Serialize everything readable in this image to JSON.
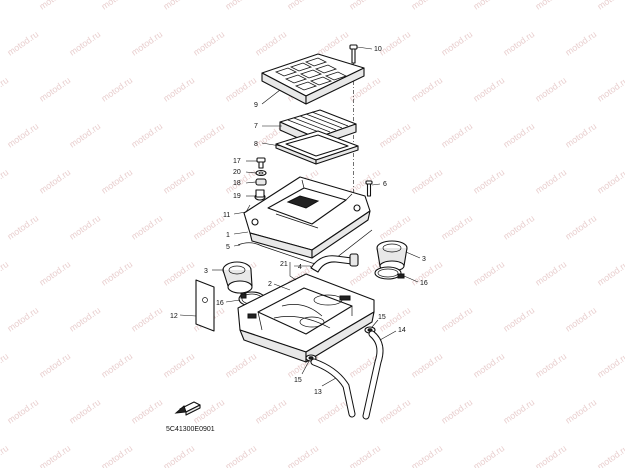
{
  "watermark": {
    "text": "motod.ru",
    "color": "#e9cfcf"
  },
  "callouts": [
    "10",
    "9",
    "7",
    "8",
    "17",
    "20",
    "18",
    "19",
    "6",
    "11",
    "1",
    "5",
    "3",
    "21",
    "4",
    "2",
    "3",
    "16",
    "12",
    "16",
    "15",
    "14",
    "15",
    "13"
  ],
  "drawing_code": "5C41300E0901",
  "icons": {
    "front_arrow": "front-direction-arrow-icon"
  }
}
